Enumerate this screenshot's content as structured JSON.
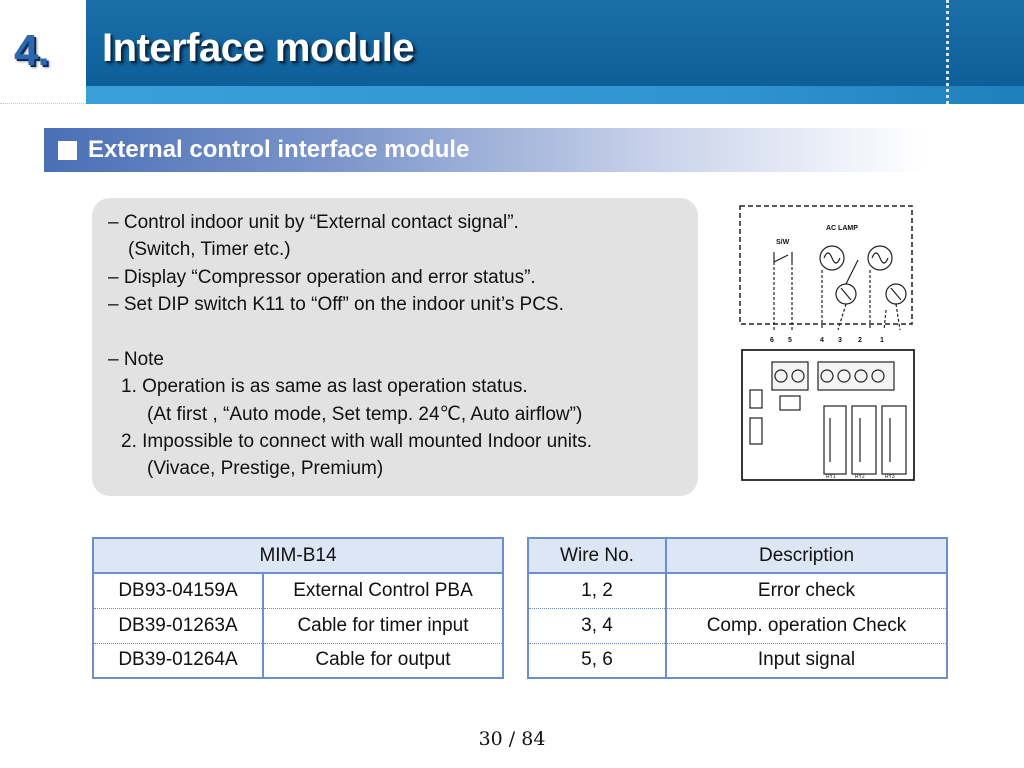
{
  "header": {
    "number": "4.",
    "title": "Interface module"
  },
  "section": {
    "title": "External control interface module"
  },
  "description": {
    "lines": [
      "– Control indoor unit by “External contact signal”.",
      "(Switch, Timer etc.)",
      "– Display “Compressor operation and error status”.",
      "– Set DIP switch K11 to “Off” on the indoor unit’s PCS.",
      "– Note",
      "1. Operation is as same as last operation status.",
      "(At first , “Auto mode, Set temp. 24℃, Auto airflow”)",
      "2. Impossible to connect with wall mounted Indoor units.",
      "(Vivace, Prestige, Premium)"
    ]
  },
  "diagram": {
    "lamp_label": "AC LAMP",
    "switch_label": "S/W",
    "terminal_labels": [
      "6",
      "5",
      "4",
      "3",
      "2",
      "1"
    ],
    "relay_labels": [
      "RY1",
      "RY2",
      "RY3"
    ]
  },
  "parts_table": {
    "header": "MIM-B14",
    "rows": [
      {
        "code": "DB93-04159A",
        "name": "External Control PBA"
      },
      {
        "code": "DB39-01263A",
        "name": "Cable for timer input"
      },
      {
        "code": "DB39-01264A",
        "name": "Cable for output"
      }
    ]
  },
  "wire_table": {
    "headers": [
      "Wire No.",
      "Description"
    ],
    "rows": [
      {
        "wire": "1, 2",
        "desc": "Error check"
      },
      {
        "wire": "3, 4",
        "desc": "Comp. operation Check"
      },
      {
        "wire": "5, 6",
        "desc": "Input signal"
      }
    ]
  },
  "footer": {
    "page": "30 / 84"
  }
}
